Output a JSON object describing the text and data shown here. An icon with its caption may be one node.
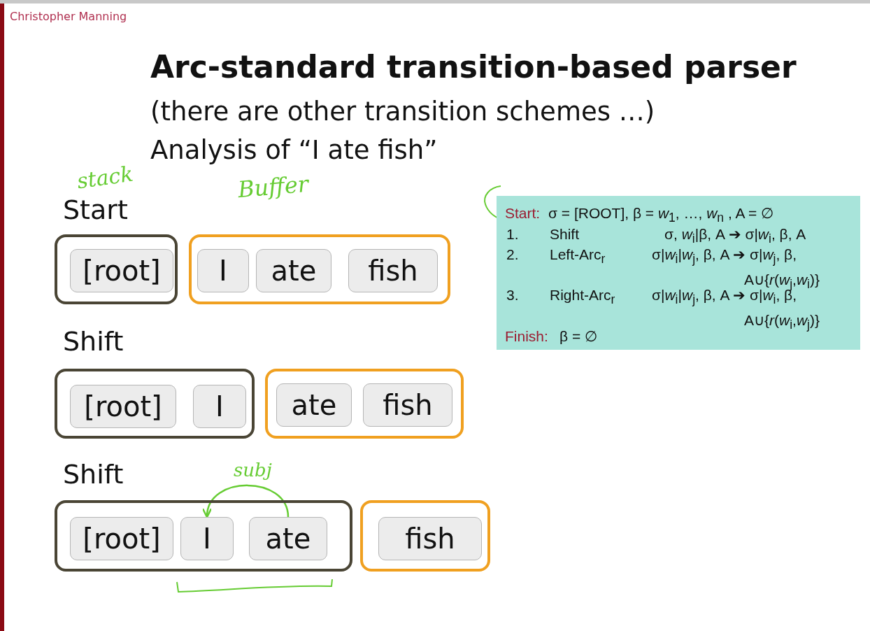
{
  "diagram": {
    "title": "Arc-standard transition-based parser",
    "nodes": [
      {
        "text": [],
        "shape": "box"
      },
      {
        "text": [
          "[root]"
        ],
        "in": 0
      },
      {
        "text": [],
        "shape": "box"
      },
      {
        "text": [
          "I"
        ],
        "in": 2
      },
      {
        "text": [
          "ate"
        ],
        "in": 2
      },
      {
        "text": [
          "fish"
        ],
        "in": 2
      },
      {
        "text": [],
        "shape": "box"
      },
      {
        "text": [
          "[root]"
        ],
        "in": 6
      },
      {
        "text": [
          "I"
        ],
        "in": 6
      },
      {
        "text": [],
        "shape": "box"
      },
      {
        "text": [
          "ate"
        ],
        "in": 9
      },
      {
        "text": [
          "fish"
        ],
        "in": 9
      },
      {
        "text": [],
        "shape": "box"
      },
      {
        "text": [
          "[root]"
        ],
        "in": 12
      },
      {
        "text": [
          "I"
        ],
        "in": 12
      },
      {
        "text": [
          "ate"
        ],
        "in": 12
      },
      {
        "text": [],
        "shape": "box"
      },
      {
        "text": [
          "fish"
        ],
        "in": 16
      },
      {
        "text": [
          "Start:",
          "σ = [ROOT], β = *w*$_{1}$, …, *w*$_{n}$ , A = ∅",
          "1.",
          "Shift",
          "σ, *w*$_{i}$|β, A ➔ σ|*w*$_{i}$, β, A",
          "2.",
          "Left-Arc$_{r}$",
          "σ|*w*$_{i}$|*w*$_{j}$, β, A ➔ σ|*w*$_{j}$, β, A∪{*r*(*w*$_{j}$,*w*$_{i}$)}",
          "3.",
          "Right-Arc$_{r}$",
          "σ|*w*$_{i}$|*w*$_{j}$, β, A ➔ σ|*w*$_{i}$, β, A∪{*r*(*w*$_{i}$,*w*$_{j}$)}",
          "Finish:",
          "β = ∅"
        ]
      }
    ],
    "edges": [
      {
        "from": 15,
        "to": 14,
        "arrow": "to",
        "label": "subj",
        "color": "#66cc33"
      }
    ],
    "labels": [
      "Christopher Manning",
      "(there are other transition schemes …)",
      "Analysis of “I ate fish”",
      "stack",
      "Buffer",
      "Start",
      "Shift",
      "Shift"
    ]
  }
}
